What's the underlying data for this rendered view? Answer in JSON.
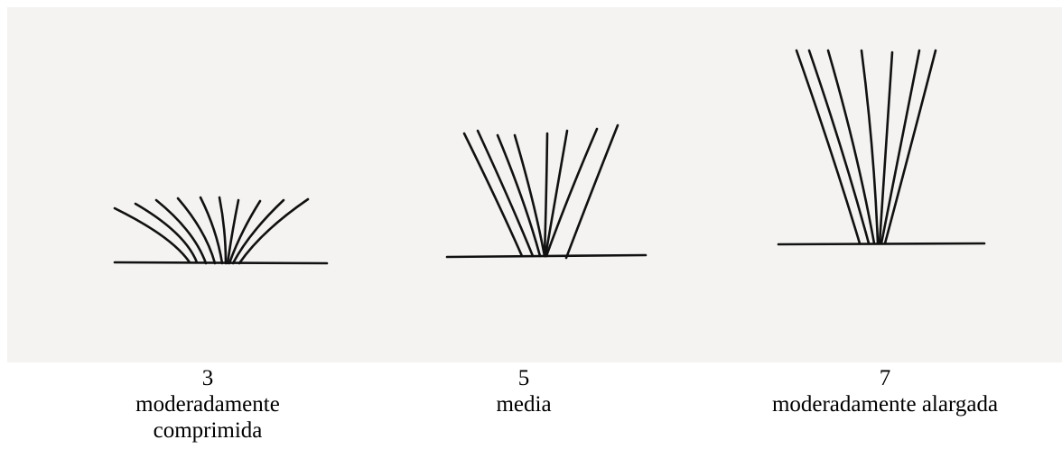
{
  "figures": [
    {
      "number": "3",
      "label": "moderadamente comprimida"
    },
    {
      "number": "5",
      "label": "media"
    },
    {
      "number": "7",
      "label": "moderadamente alargada"
    }
  ],
  "colors": {
    "background": "#f4f3f1",
    "ink": "#111111"
  }
}
